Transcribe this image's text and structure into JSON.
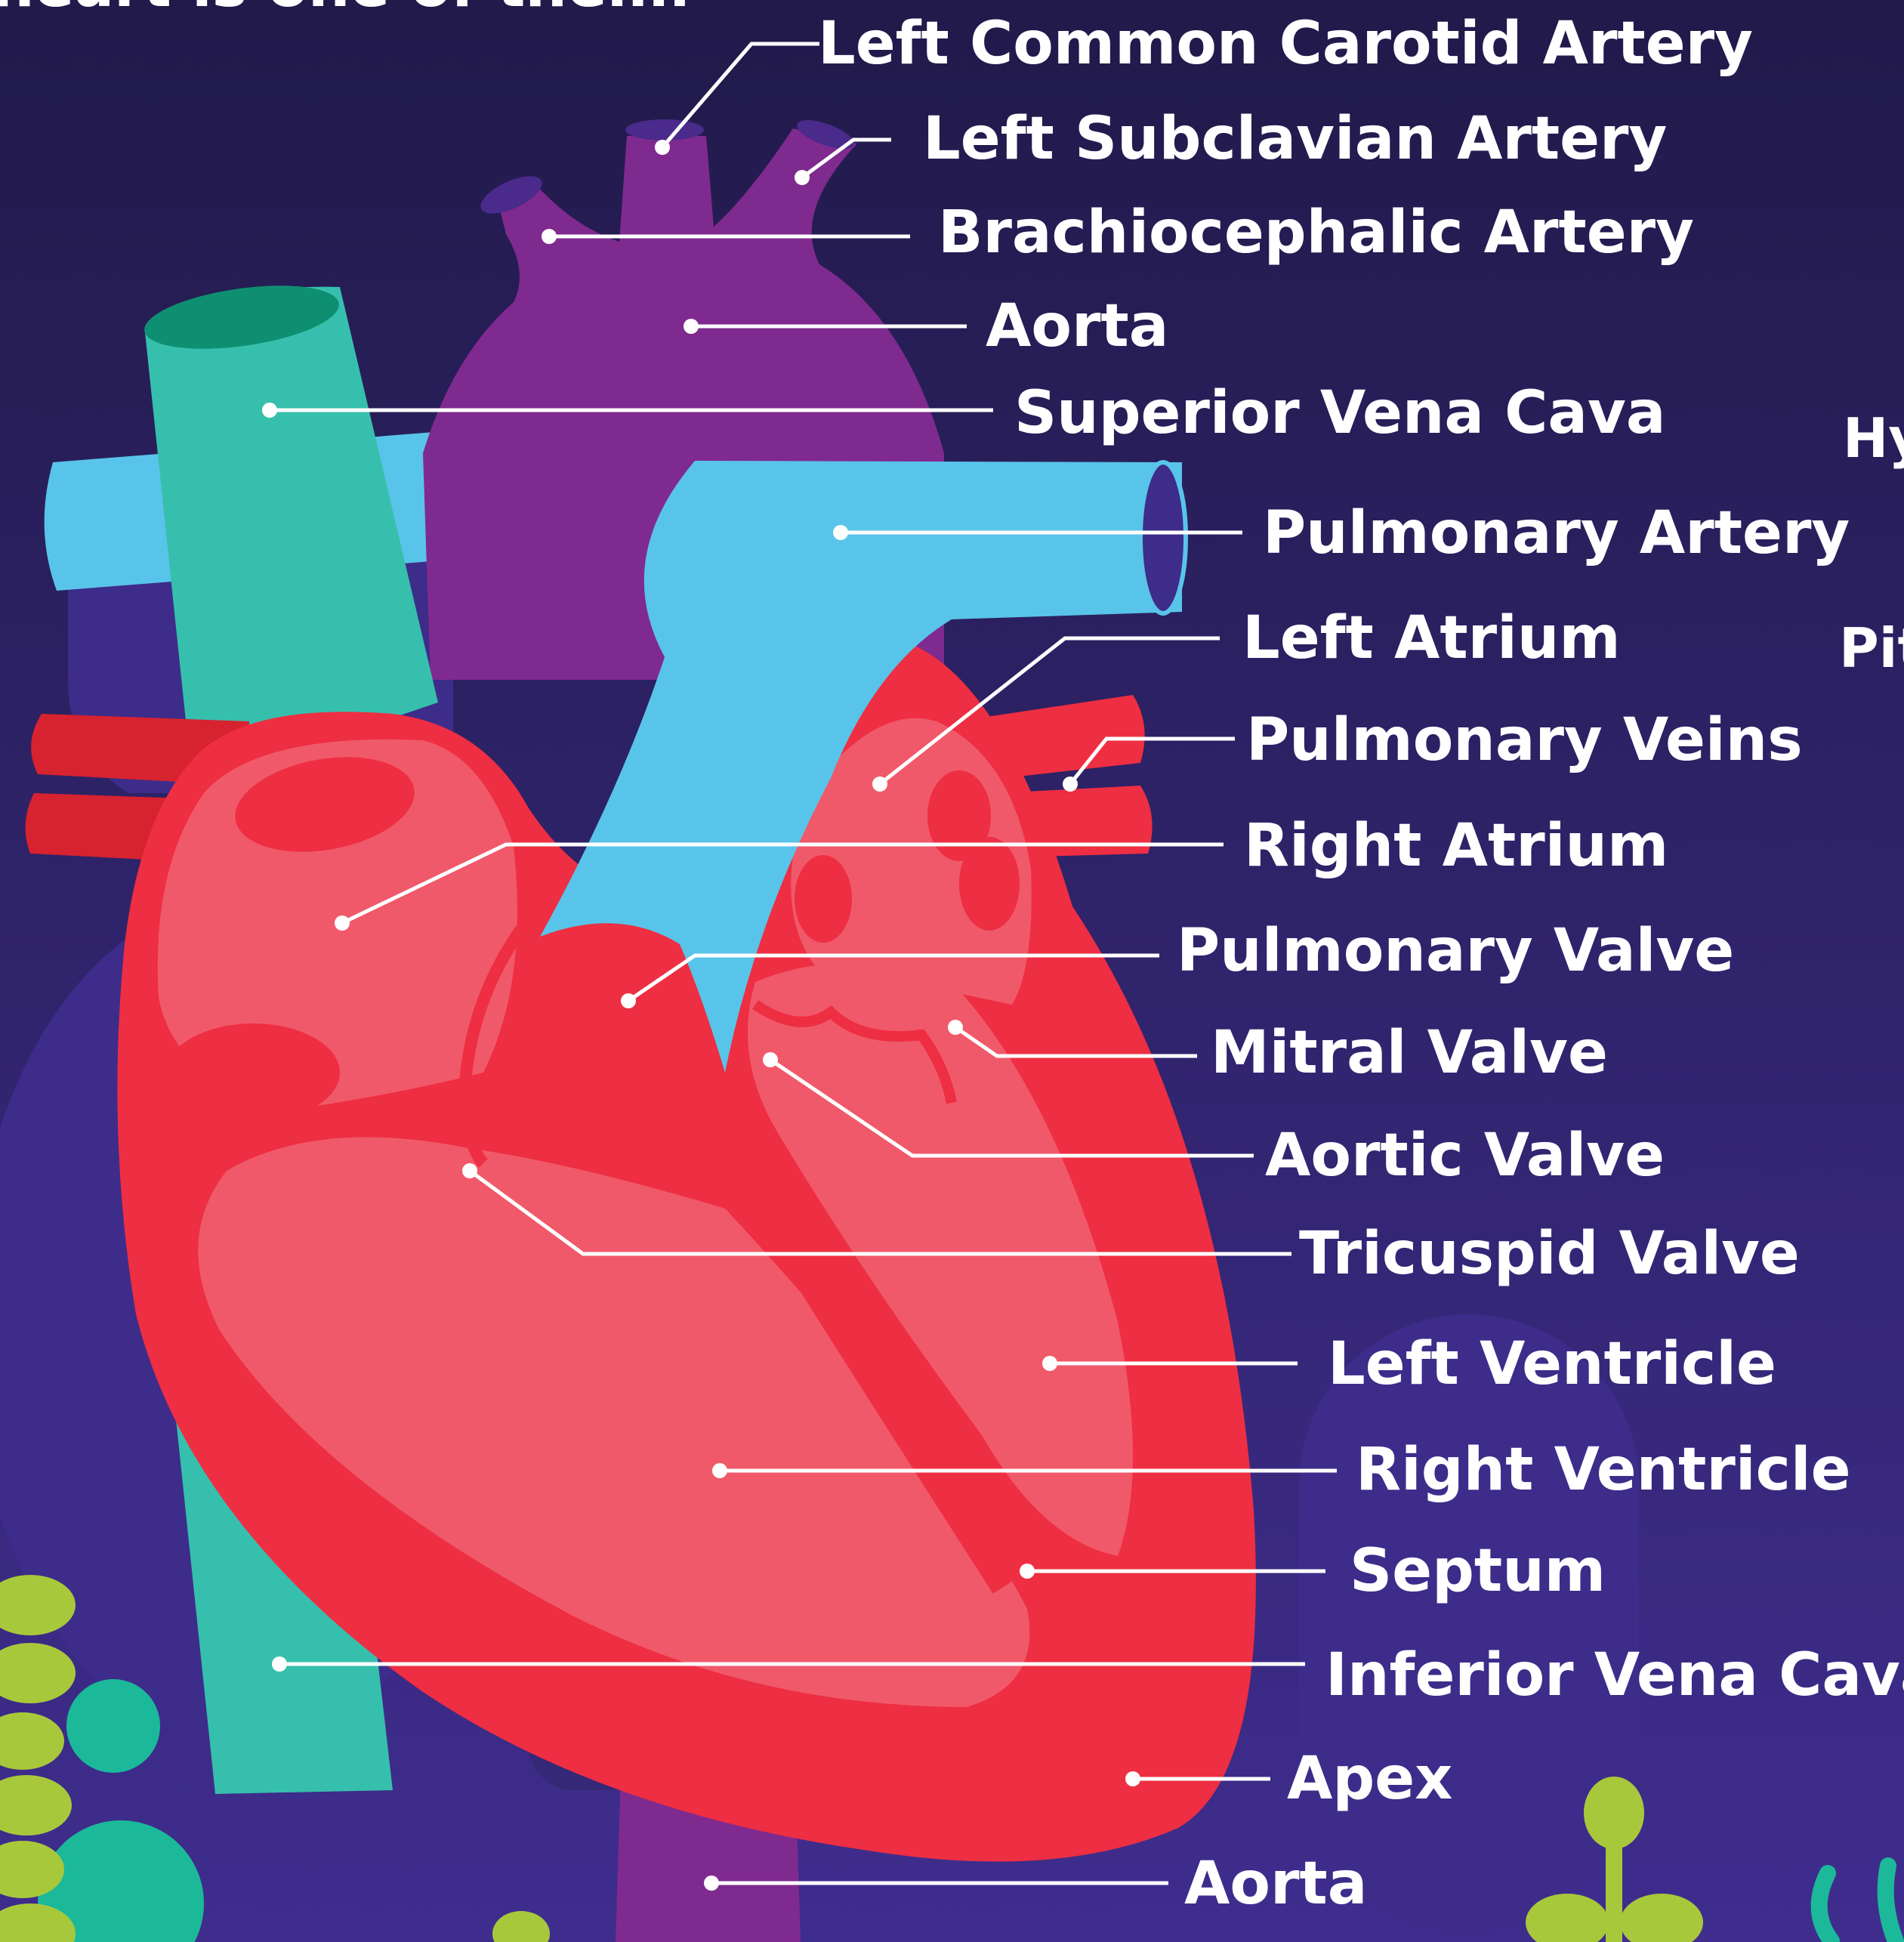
{
  "header_fragment": "heart is one of them.",
  "labels": [
    "Left Common Carotid Artery",
    "Left Subclavian Artery",
    "Brachiocephalic Artery",
    "Aorta",
    "Superior Vena Cava",
    "Pulmonary Artery",
    "Left Atrium",
    "Pulmonary Veins",
    "Right Atrium",
    "Pulmonary Valve",
    "Mitral Valve",
    "Aortic Valve",
    "Tricuspid Valve",
    "Left Ventricle",
    "Right Ventricle",
    "Septum",
    "Inferior Vena Cava",
    "Apex",
    "Aorta"
  ],
  "cut_off_side_labels": [
    "Hy",
    "Pit"
  ],
  "colors": {
    "background_top": "#211a4a",
    "background_bottom": "#3f2d8e",
    "heart_red": "#ee2e42",
    "heart_pink": "#f0596a",
    "aorta_purple": "#7f2a8f",
    "pulmonary_blue": "#59c4e9",
    "vena_cava_teal": "#37bfad",
    "plant_green": "#a8c83b",
    "label_white": "#ffffff"
  }
}
